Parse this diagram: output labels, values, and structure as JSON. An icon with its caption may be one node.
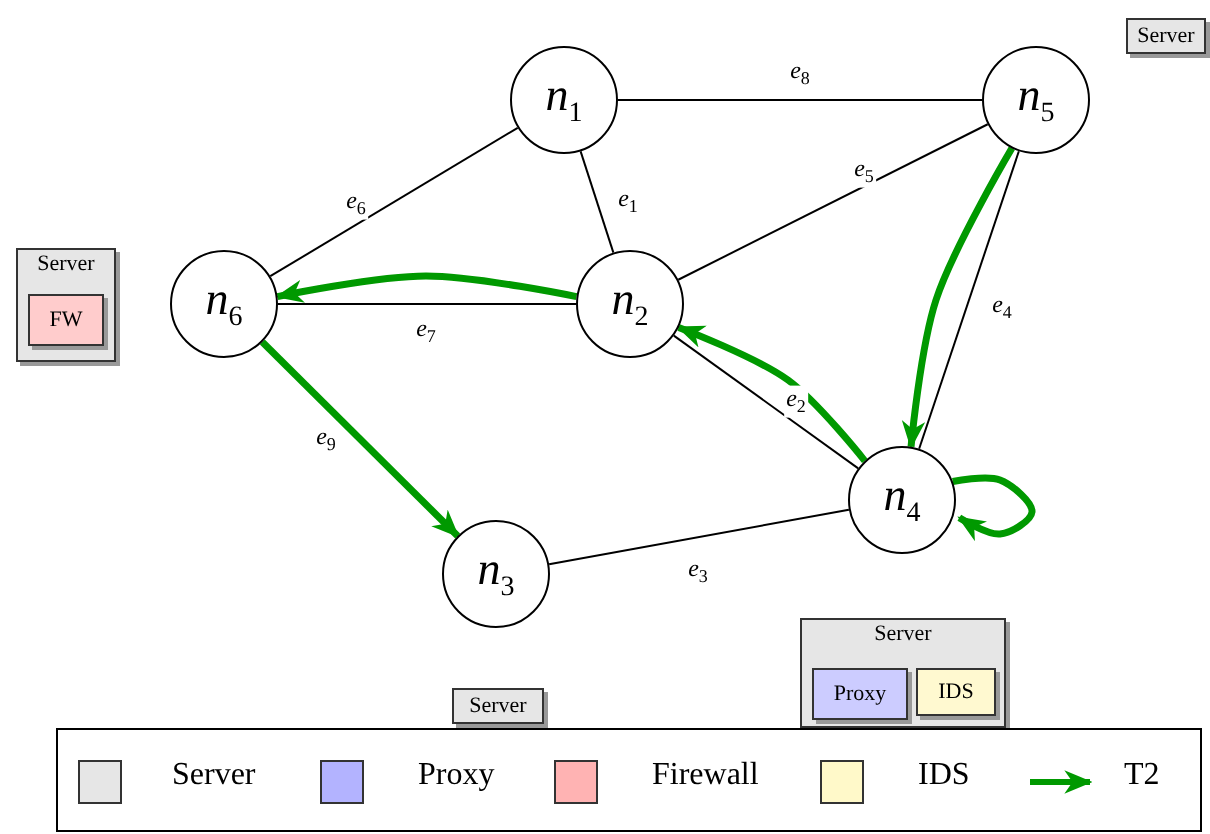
{
  "diagram": {
    "nodes": [
      {
        "text": [
          "*n*$_{1}$"
        ]
      },
      {
        "text": [
          "*n*$_{5}$"
        ]
      },
      {
        "text": [
          "Server"
        ]
      },
      {
        "text": [
          "Server"
        ]
      },
      {
        "text": [
          "FW"
        ],
        "in": 3
      },
      {
        "text": [
          "*n*$_{6}$"
        ]
      },
      {
        "text": [
          "*n*$_{2}$"
        ]
      },
      {
        "text": [
          "*n*$_{4}$"
        ]
      },
      {
        "text": [
          "*n*$_{3}$"
        ]
      },
      {
        "text": [
          "Server"
        ]
      },
      {
        "text": [
          "Proxy"
        ],
        "in": 9
      },
      {
        "text": [
          "IDS"
        ],
        "in": 9
      },
      {
        "text": [
          "Server"
        ]
      }
    ],
    "edges": [
      {
        "from": 0,
        "to": 6,
        "arrow": "none",
        "label": "*e*$_{1}$"
      },
      {
        "from": 6,
        "to": 7,
        "arrow": "none",
        "label": "*e*$_{2}$"
      },
      {
        "from": 8,
        "to": 7,
        "arrow": "none",
        "label": "*e*$_{3}$"
      },
      {
        "from": 7,
        "to": 1,
        "arrow": "none",
        "label": "*e*$_{4}$"
      },
      {
        "from": 6,
        "to": 1,
        "arrow": "none",
        "label": "*e*$_{5}$"
      },
      {
        "from": 0,
        "to": 5,
        "arrow": "none",
        "label": "*e*$_{6}$"
      },
      {
        "from": 5,
        "to": 6,
        "arrow": "none",
        "label": "*e*$_{7}$"
      },
      {
        "from": 0,
        "to": 1,
        "arrow": "none",
        "label": "*e*$_{8}$"
      },
      {
        "from": 5,
        "to": 8,
        "arrow": "to",
        "label": "*e*$_{9}$",
        "style": "thick",
        "color": "#009900"
      },
      {
        "from": 6,
        "to": 5,
        "arrow": "to",
        "style": "thick",
        "color": "#009900"
      },
      {
        "from": 1,
        "to": 7,
        "arrow": "to",
        "style": "thick",
        "color": "#009900"
      },
      {
        "from": 7,
        "to": 6,
        "arrow": "to",
        "style": "thick",
        "color": "#009900"
      },
      {
        "from": 7,
        "to": 7,
        "arrow": "to",
        "style": "thick",
        "color": "#009900"
      }
    ],
    "legend": [
      {
        "text": "Server",
        "color": "#e6e6e6"
      },
      {
        "text": "Proxy",
        "color": "#b3b3ff"
      },
      {
        "text": "Firewall",
        "color": "#ffb3b3"
      },
      {
        "text": "IDS",
        "color": "#fff9c9"
      },
      {
        "text": "T2"
      }
    ]
  }
}
